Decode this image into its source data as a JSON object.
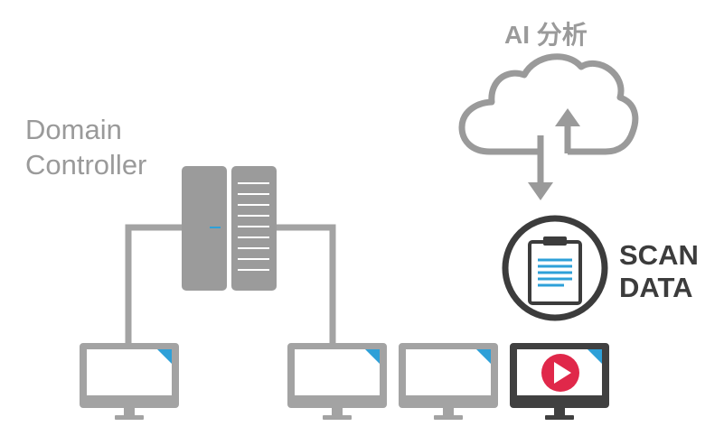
{
  "labels": {
    "domain_controller_line1": "Domain",
    "domain_controller_line2": "Controller",
    "ai_analysis": "AI 分析",
    "scan_line1": "SCAN",
    "scan_line2": "DATA"
  },
  "colors": {
    "gray_device": "#a3a3a3",
    "server_body": "#9b9b9b",
    "dark_device": "#404040",
    "accent_blue": "#2ea0d8",
    "alert_red": "#e0284a",
    "cloud_stroke": "#9a9a9a"
  },
  "icons": {
    "cloud": "cloud-icon",
    "server": "server-icon",
    "clipboard": "clipboard-icon",
    "monitor": "monitor-icon",
    "play": "play-icon"
  }
}
